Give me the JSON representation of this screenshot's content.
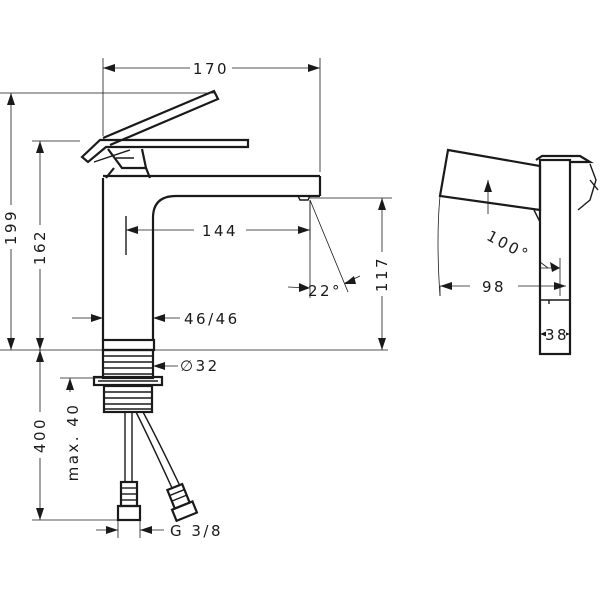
{
  "drawing": {
    "dimensions": {
      "spout_reach_total": "170",
      "overall_height": "199",
      "spout_top_height": "162",
      "spout_reach": "144",
      "spout_angle": "22°",
      "spout_outlet_height": "117",
      "base_size": "46/46",
      "shank_diameter": "∅32",
      "hose_length": "400",
      "max_countertop": "max. 40",
      "connection_thread": "G 3/8",
      "handle_rotation": "100°",
      "side_depth": "98",
      "side_width": "38"
    }
  },
  "colors": {
    "line": "#1a1a1a",
    "background": "#ffffff"
  }
}
